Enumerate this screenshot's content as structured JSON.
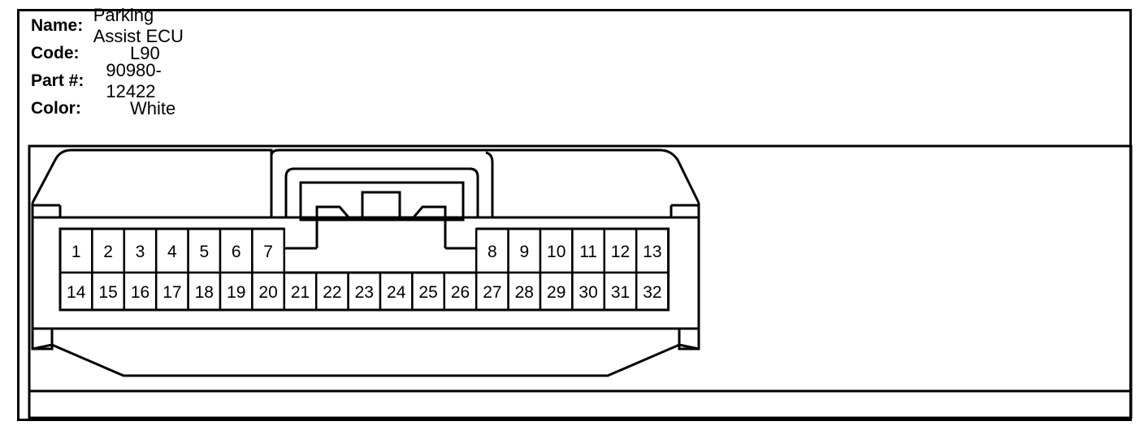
{
  "connector": {
    "name_label": "Name:",
    "name": "Parking Assist ECU",
    "code_label": "Code:",
    "code": "L90",
    "part_label": "Part #:",
    "part": "90980-12422",
    "color_label": "Color:",
    "color": "White"
  },
  "pins": {
    "top_left": [
      "1",
      "2",
      "3",
      "4",
      "5",
      "6",
      "7"
    ],
    "top_right": [
      "8",
      "9",
      "10",
      "11",
      "12",
      "13"
    ],
    "bottom": [
      "14",
      "15",
      "16",
      "17",
      "18",
      "19",
      "20",
      "21",
      "22",
      "23",
      "24",
      "25",
      "26",
      "27",
      "28",
      "29",
      "30",
      "31",
      "32"
    ]
  }
}
